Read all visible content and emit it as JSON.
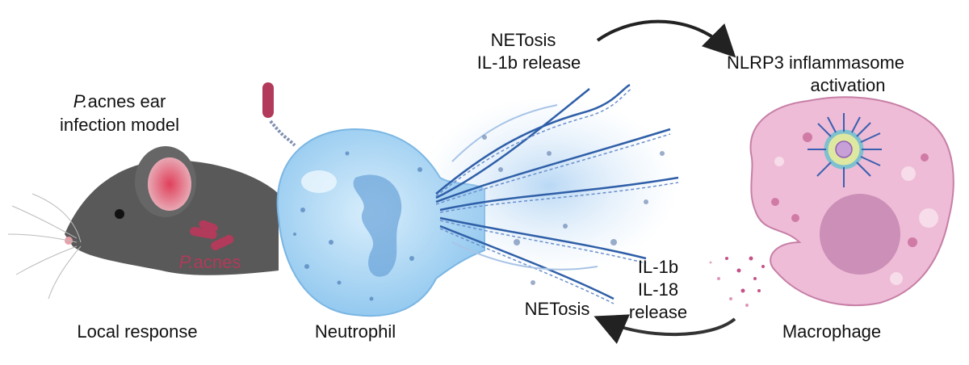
{
  "mouse": {
    "title_line1": "P.acnes ear",
    "title_italic": "P.",
    "title_rest": "acnes ear",
    "title_line2": "infection model",
    "bacteria_label_italic": "P.",
    "bacteria_label_rest": "acnes",
    "caption": "Local response"
  },
  "neutrophil": {
    "caption": "Neutrophil"
  },
  "top_flow": {
    "line1": "NETosis",
    "line2": "IL-1b release"
  },
  "nlrp3": {
    "line1": "NLRP3 inflammasome",
    "line2": "activation"
  },
  "release": {
    "line1": "IL-1b",
    "line2": "IL-18",
    "line3": "release"
  },
  "bottom_flow": {
    "label": "NETosis"
  },
  "macrophage": {
    "caption": "Macrophage"
  },
  "colors": {
    "bacteria": "#b23a5a",
    "neutrophil": "#a8d4f2",
    "dna": "#2f5fa8",
    "macrophage": "#e8b6d2",
    "mouse": "#5a5a5a"
  }
}
